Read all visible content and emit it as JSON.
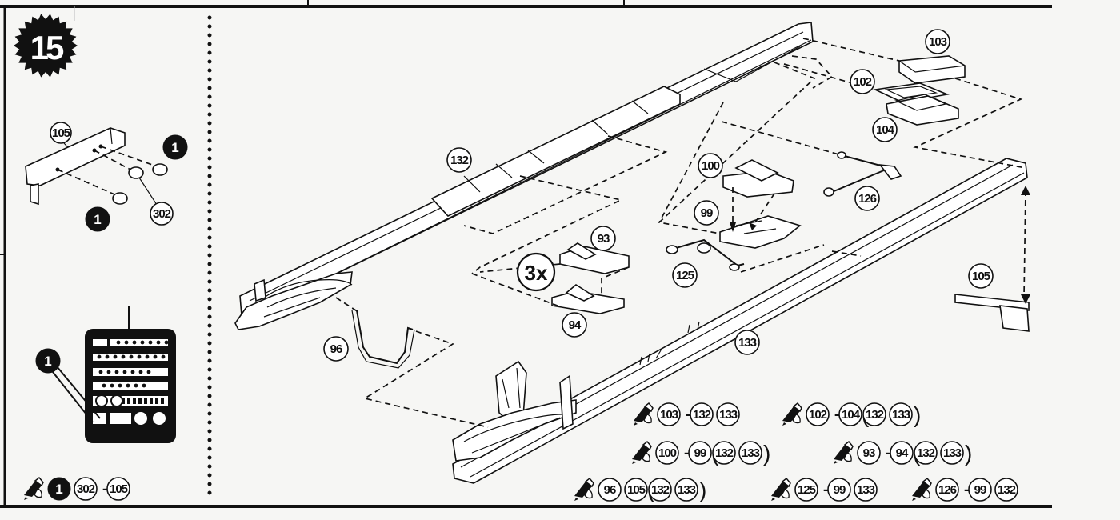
{
  "step": {
    "number": "15"
  },
  "left_panel": {
    "label_105": "105",
    "label_302": "302",
    "label_1": "1"
  },
  "main": {
    "labels": {
      "p103": "103",
      "p102": "102",
      "p104": "104",
      "p132": "132",
      "p100": "100",
      "p99": "99",
      "p126": "126",
      "p93": "93",
      "p125": "125",
      "p94": "94",
      "p96": "96",
      "p133": "133",
      "p105": "105"
    },
    "multiplier": "3x"
  },
  "glue_steps": {
    "left": [
      "1",
      ".",
      "302",
      "–",
      "105"
    ],
    "row1a": [
      "103",
      "–",
      "132",
      ".",
      "133"
    ],
    "row1b": [
      "102",
      "–",
      "104",
      "132",
      ".",
      "133"
    ],
    "row2a": [
      "100",
      "–",
      "99",
      "132",
      ".",
      "133"
    ],
    "row2b": [
      "93",
      "–",
      "94",
      "132",
      ".",
      "133"
    ],
    "row3a": [
      "96",
      ".",
      "105",
      "132",
      ".",
      "133"
    ],
    "row3b": [
      "125",
      "–",
      "99",
      ".",
      "133"
    ],
    "row3c": [
      "126",
      "–",
      "99",
      ".",
      "132"
    ]
  }
}
